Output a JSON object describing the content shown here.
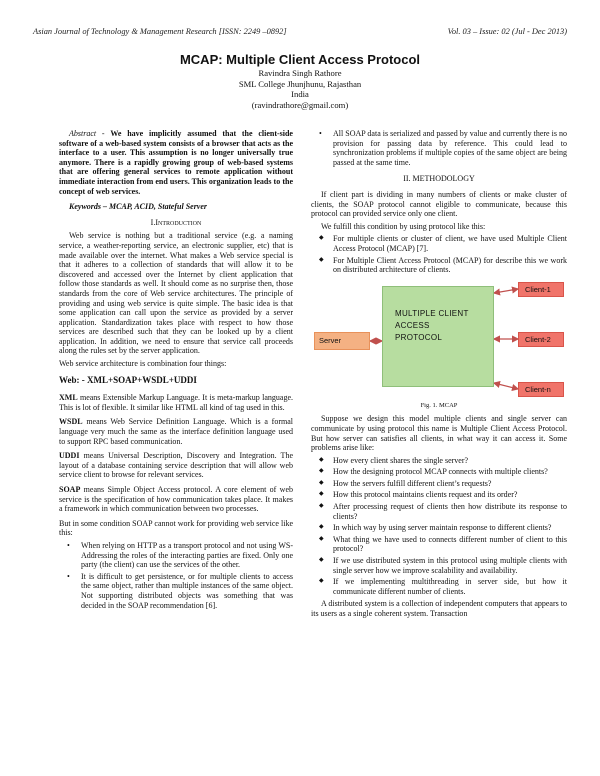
{
  "header": {
    "journal": "Asian Journal of Technology & Management Research [ISSN: 2249 –0892]",
    "volume": "Vol. 03 – Issue: 02 (Jul - Dec 2013)"
  },
  "paper": {
    "title": "MCAP: Multiple Client Access Protocol",
    "author": "Ravindra Singh Rathore",
    "affiliation": "SML College Jhunjhunu, Rajasthan",
    "country": "India",
    "email": "(ravindrathore@gmail.com)"
  },
  "left_column": {
    "abstract_label": "Abstract",
    "abstract_dash": " - ",
    "abstract_text": "We have implicitly assumed that the client-side software of a web-based system consists of a browser that acts as the interface to a user. This assumption is no longer universally true anymore. There is a rapidly growing group of web-based systems that are offering general services to remote application without immediate interaction from end users. This organization leads to the concept of web services.",
    "keywords": "Keywords – MCAP, ACID, Stateful Server",
    "intro_heading": "I.Introduction",
    "intro_para": "Web service is nothing but a traditional service (e.g. a naming service, a weather-reporting service, an electronic supplier, etc) that is made available over the internet. What makes a Web service special is that it adheres to a collection of standards that will allow it to be discovered and accessed over the Internet by client application that follow those standards as well. It should come as no surprise then, those standards from the core of Web service architectures.  The principle of providing and using web service is quite simple. The basic idea is that some application can call upon the service as provided by a server application. Standardization takes place with respect to how those services are described such that they can be looked up by a client application. In addition, we need to ensure that service call proceeds along the rules set by the server application.",
    "arch_para": "Web service architecture is combination four things:",
    "web_formula": "Web: - XML+SOAP+WSDL+UDDI",
    "terms": [
      {
        "term": "XML",
        "text": " means Extensible Markup Language. It is meta-markup language. This is lot of flexible. It similar like HTML all kind of tag used in this."
      },
      {
        "term": "WSDL",
        "text": " means Web Service Definition Language.  Which is a formal language very much the same as the interface definition language used to support RPC based communication."
      },
      {
        "term": "UDDI",
        "text": " means Universal Description, Discovery and Integration. The layout of a database containing service description that will allow web service client to browse for relevant services."
      },
      {
        "term": "SOAP",
        "text": " means Simple Object Access protocol. A core element of web service is the specification of how communication takes place. It makes a framework in which communication between two processes."
      }
    ],
    "soap_intro": "But in some condition SOAP cannot work for providing web service like this:",
    "bullets": [
      "When relying on HTTP as a transport protocol and not using WS-Addressing the roles of the interacting parties are fixed. Only one party (the client) can use the services of the other.",
      "It is difficult to get persistence, or for multiple clients to access the same object, rather than multiple instances of the same object. Not supporting distributed objects was something that was decided in the SOAP recommendation [6]."
    ]
  },
  "right_column": {
    "bullet_top": "All SOAP data is serialized and passed by value and currently there is no provision for passing data by reference. This could lead to synchronization problems if multiple copies of the same object are being passed at the same time.",
    "methodology_heading": "II.  METHODOLOGY",
    "method_para": "If client part is dividing in many numbers of clients or make cluster of clients, the SOAP protocol cannot eligible to communicate, because this protocol can provided service only one client.",
    "fulfill_para": "We fulfill this condition by using protocol like this:",
    "method_bullets": [
      "For multiple clients or cluster of client, we have used Multiple Client Access Protocol (MCAP) [7].",
      "For Multiple Client Access Protocol (MCAP) for describe this we work on distributed architecture of clients."
    ],
    "figure": {
      "center_line1": "MULTIPLE CLIENT",
      "center_line2": "ACCESS",
      "center_line3": "PROTOCOL",
      "server": "Server",
      "client1": "Client-1",
      "client2": "Client-2",
      "clientn": "Client-n",
      "caption": "Fig. 1. MCAP",
      "colors": {
        "center": "#b7dda0",
        "server": "#f4b183",
        "client": "#f0746a",
        "arrow": "#c0504d"
      }
    },
    "suppose_para": "Suppose we design this model multiple clients and single server can communicate by using protocol this name is Multiple Client Access Protocol. But how server can satisfies all clients, in what way it can access it. Some problems arise like:",
    "questions": [
      "How every client shares the single server?",
      "How the designing protocol MCAP connects with multiple clients?",
      "How the servers fulfill different  client’s requests?",
      "How this protocol maintains clients request and its order?",
      " After processing request of clients then how distribute its response to clients?",
      "In which way by using server maintain response to different clients?",
      "What thing we have used to connects different number of client to this protocol?",
      "If we use distributed system in this protocol using multiple clients with single server how we improve scalability and availability.",
      "If we implementing multithreading in server side, but how it communicate different number of clients."
    ],
    "final_para": "A distributed system is a collection of independent computers that appears to its users as a single coherent system. Transaction"
  }
}
